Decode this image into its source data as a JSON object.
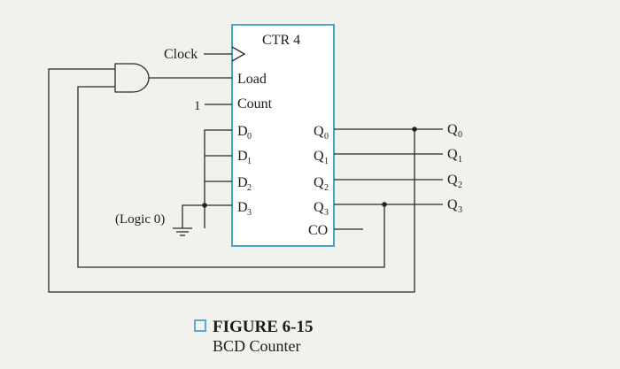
{
  "chip": {
    "title": "CTR 4",
    "inputs": {
      "load": "Load",
      "count": "Count",
      "d0": "D",
      "d1": "D",
      "d2": "D",
      "d3": "D"
    },
    "input_subs": {
      "d0": "0",
      "d1": "1",
      "d2": "2",
      "d3": "3"
    },
    "outputs": {
      "q0": "Q",
      "q1": "Q",
      "q2": "Q",
      "q3": "Q",
      "co": "CO"
    },
    "output_subs": {
      "q0": "0",
      "q1": "1",
      "q2": "2",
      "q3": "3"
    }
  },
  "labels": {
    "clock": "Clock",
    "one": "1",
    "logic0": "(Logic 0)",
    "out_q": "Q",
    "out_subs": [
      "0",
      "1",
      "2",
      "3"
    ]
  },
  "caption": {
    "title": "FIGURE 6-15",
    "subtitle": "BCD Counter",
    "icon": "square-outline-icon"
  }
}
